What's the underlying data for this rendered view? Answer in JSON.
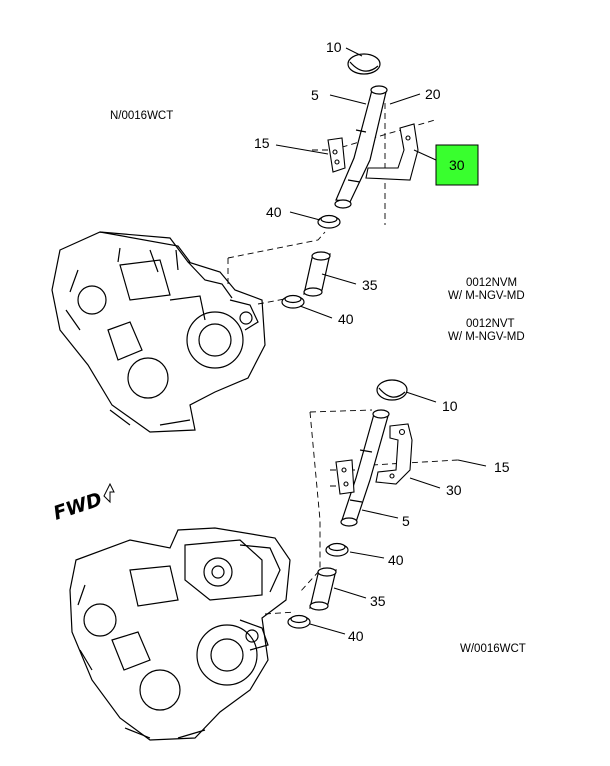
{
  "notes": {
    "top_left": "N/0016WCT",
    "bottom_right": "W/0016WCT",
    "cond1_line1": "0012NVM",
    "cond1_line2": "W/ M-NGV-MD",
    "cond2_line1": "0012NVT",
    "cond2_line2": "W/ M-NGV-MD"
  },
  "fwd": {
    "label": "FWD"
  },
  "highlight": {
    "label": "30",
    "color": "#39ff2e"
  },
  "top_callouts": {
    "cap": "10",
    "tube": "5",
    "bracket_right": "20",
    "bracket_left": "15",
    "clamp_upper": "40",
    "hose": "35",
    "clamp_lower": "40"
  },
  "bottom_callouts": {
    "cap": "10",
    "bracket_left": "15",
    "bracket": "30",
    "tube": "5",
    "clamp_upper": "40",
    "hose": "35",
    "clamp_lower": "40"
  }
}
